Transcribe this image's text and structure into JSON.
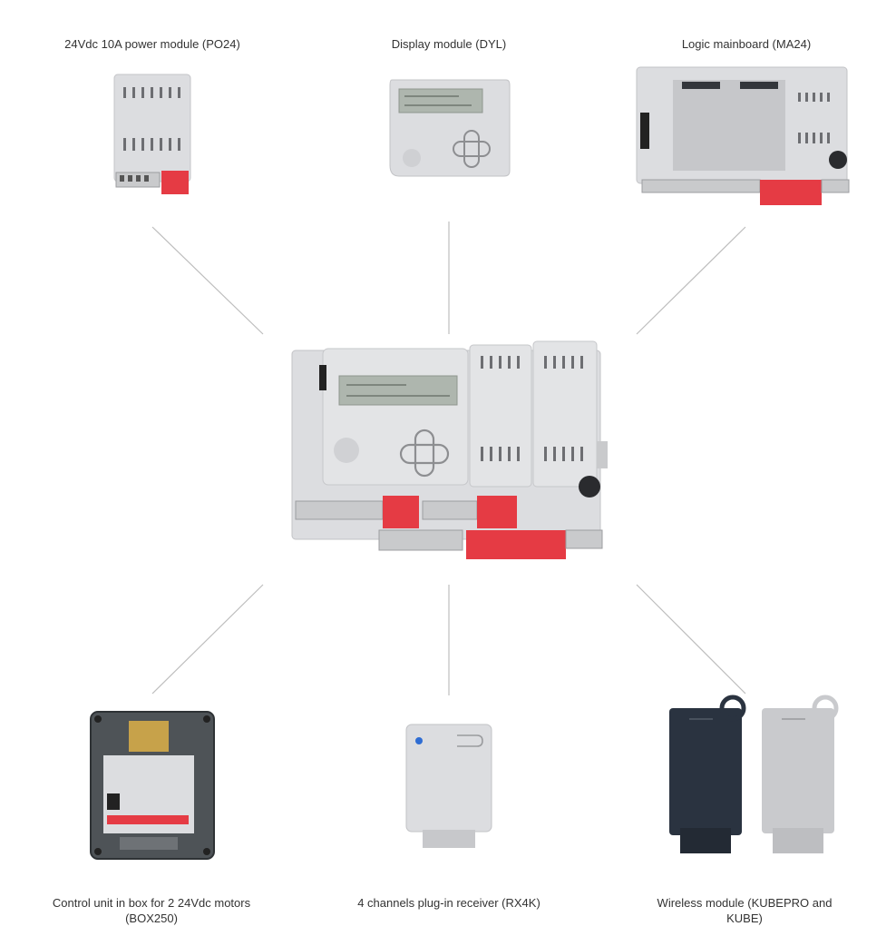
{
  "diagram": {
    "center_node": {
      "name": "control-unit",
      "image_icon": "control-unit-board-photo"
    },
    "nodes": [
      {
        "id": "po24",
        "label": "24Vdc 10A power module (PO24)",
        "image_icon": "power-module-photo"
      },
      {
        "id": "dyl",
        "label": "Display module (DYL)",
        "image_icon": "display-module-photo"
      },
      {
        "id": "ma24",
        "label": "Logic mainboard (MA24)",
        "image_icon": "logic-mainboard-photo"
      },
      {
        "id": "box250",
        "label": "Control unit in box for 2 24Vdc motors (BOX250)",
        "image_icon": "control-box-photo"
      },
      {
        "id": "rx4k",
        "label": "4 channels plug-in receiver (RX4K)",
        "image_icon": "plug-in-receiver-photo"
      },
      {
        "id": "kube",
        "label": "Wireless module (KUBEPRO and KUBE)",
        "image_icon": "wireless-module-photo"
      }
    ],
    "colors": {
      "connector": "#bdbdbd",
      "housing": "#dcdde0",
      "terminal_red": "#e53b44",
      "terminal_grey": "#c9cacc",
      "lcd": "#aeb6ae",
      "dark_module": "#2a3340"
    }
  }
}
